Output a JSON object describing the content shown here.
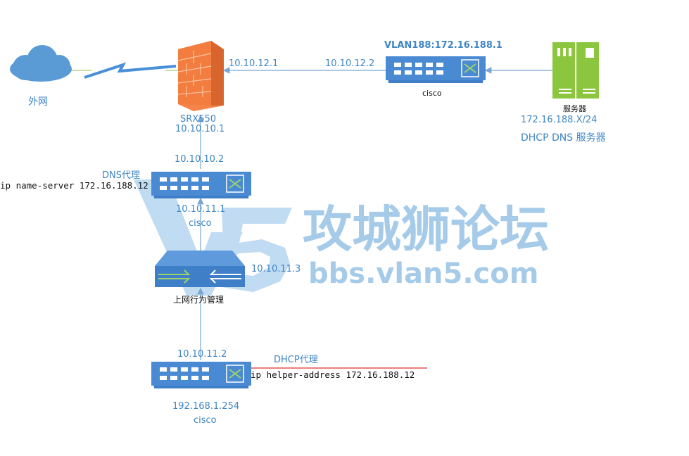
{
  "nodes": {
    "internet": {
      "label": "外网",
      "icon": "cloud-icon"
    },
    "firewall": {
      "name": "SRX550",
      "ip": "10.10.10.1",
      "icon": "firewall-icon"
    },
    "core_switch": {
      "vlan": "VLAN188:172.16.188.1",
      "ip_left": "10.10.12.1",
      "ip_right": "10.10.12.2",
      "model": "cisco",
      "icon": "switch-icon"
    },
    "server": {
      "label": "服务器",
      "subnet": "172.16.188.X/24",
      "role": "DHCP DNS 服务器",
      "icon": "server-icon"
    },
    "dns_switch": {
      "ip_top": "10.10.10.2",
      "ip_bottom": "10.10.11.1",
      "model": "cisco",
      "proxy_label": "DNS代理",
      "config": "ip name-server 172.16.188.12",
      "icon": "switch-icon"
    },
    "behavior_mgmt": {
      "label": "上网行为管理",
      "ip": "10.10.11.3",
      "icon": "behavior-management-device-icon"
    },
    "access_switch": {
      "ip_top": "10.10.11.2",
      "ip_bottom": "192.168.1.254",
      "model": "cisco",
      "proxy_label": "DHCP代理",
      "config": "ip helper-address 172.16.188.12",
      "icon": "switch-icon"
    }
  },
  "watermark": {
    "title": "攻城狮论坛",
    "url": "bbs.vlan5.com",
    "mark": "V5"
  },
  "colors": {
    "label": "#3f86c6",
    "switch": "#3f7fc8",
    "firewall": "#f07a3c",
    "server": "#8cc63f",
    "cloud": "#5a9bd5",
    "link": "#7aa6d2"
  }
}
